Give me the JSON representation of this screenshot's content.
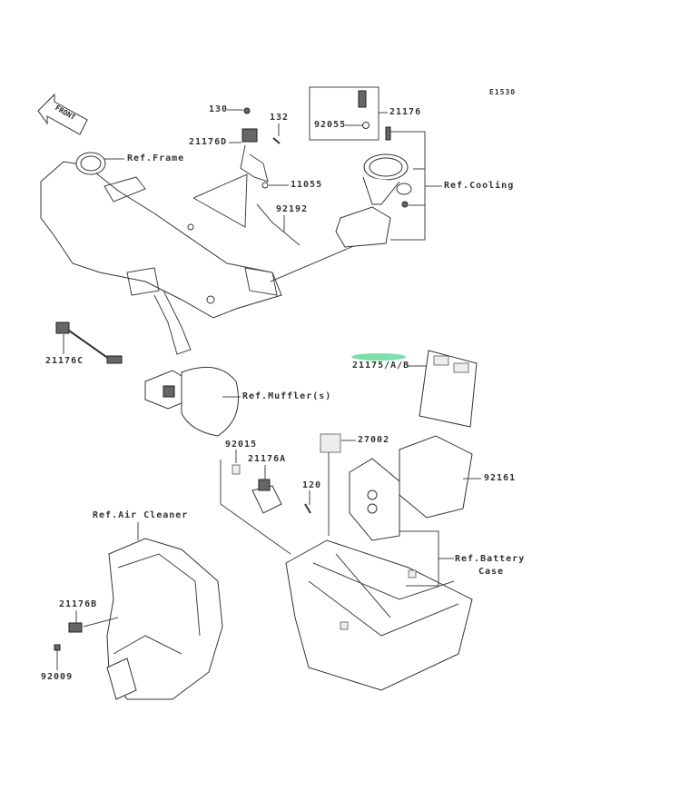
{
  "diagram": {
    "code": "E1530",
    "front_indicator": "FRONT",
    "highlight_color": "#6fdca0",
    "labels": {
      "p130": "130",
      "p132": "132",
      "p21176D": "21176D",
      "p11055": "11055",
      "p92192": "92192",
      "p21176": "21176",
      "p92055": "92055",
      "ref_frame": "Ref.Frame",
      "ref_cooling": "Ref.Cooling",
      "p21176C": "21176C",
      "ref_muffler": "Ref.Muffler(s)",
      "p21175AB": "21175/A/B",
      "p27002": "27002",
      "p92015": "92015",
      "p21176A": "21176A",
      "p120": "120",
      "p92161": "92161",
      "ref_air_cleaner": "Ref.Air Cleaner",
      "ref_battery_case_1": "Ref.Battery",
      "ref_battery_case_2": "Case",
      "p21176B": "21176B",
      "p92009": "92009"
    }
  }
}
